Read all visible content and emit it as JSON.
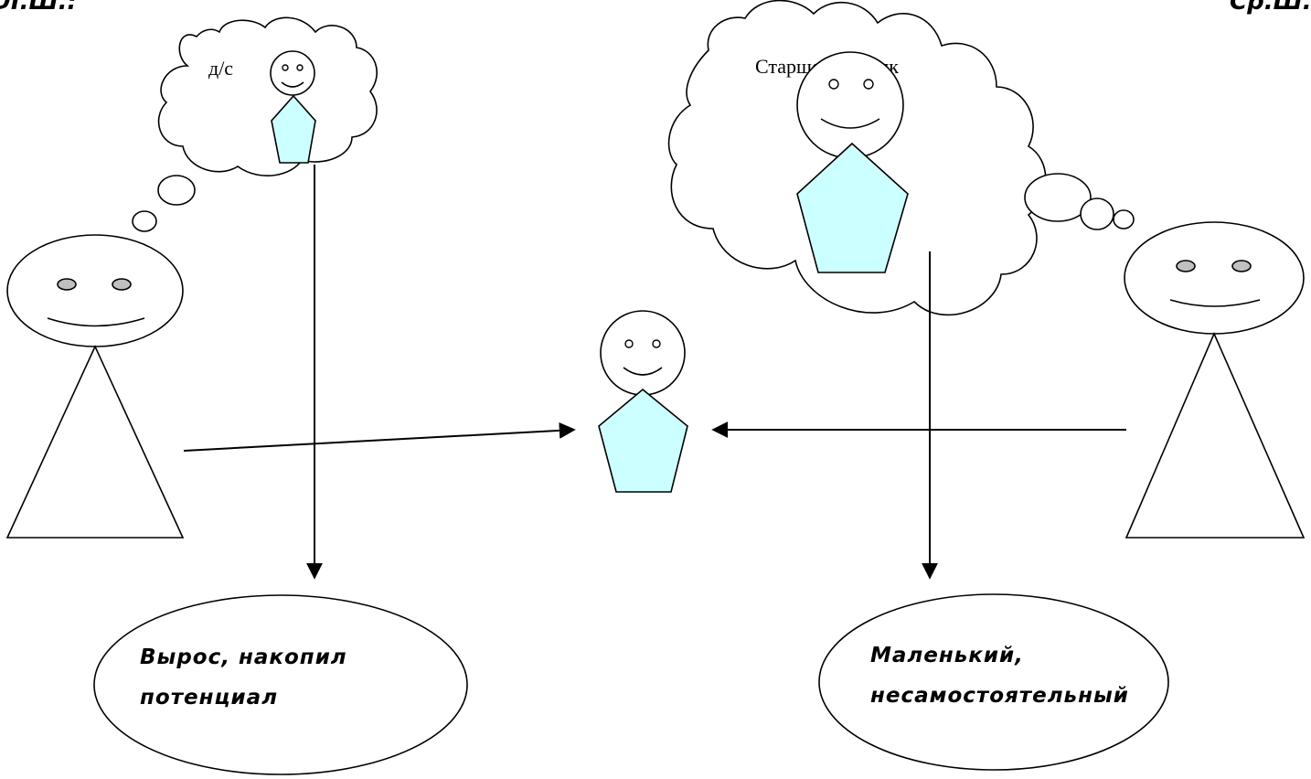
{
  "corner_labels": {
    "left": "Л.Ш.:",
    "right": "Ср.Ш.:"
  },
  "thought_left": {
    "label": "д/с"
  },
  "thought_right": {
    "label": "Старшеклассник"
  },
  "result_left": {
    "line1": "Вырос, накопил",
    "line2": "потенциал"
  },
  "result_right": {
    "line1": "Маленький,",
    "line2": "несамостоятельный"
  },
  "colors": {
    "body_fill": "#ccffff",
    "eye_fill": "#c0c0c0",
    "stroke": "#000000"
  }
}
